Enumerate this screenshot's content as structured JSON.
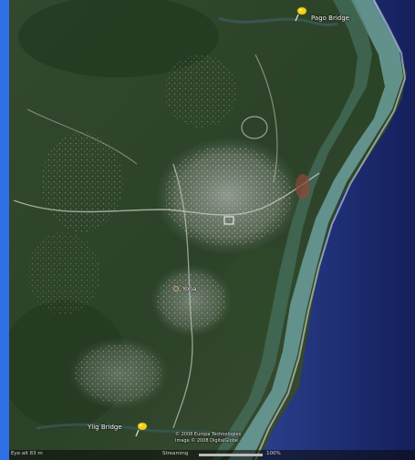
{
  "labels": {
    "pago_bridge": "Pago Bridge",
    "ylig_bridge": "Ylig Bridge",
    "town": "Yona",
    "copyright_line1": "© 2008 Europa Technologies",
    "copyright_line2": "Image © 2008 DigitalGlobe"
  },
  "status": {
    "eye_alt": "Eye alt  83 m",
    "streaming_label": "Streaming",
    "streaming_value": "100%",
    "streaming_fraction": 1.0
  },
  "colors": {
    "slide_background": "#2f6fe6",
    "pin_yellow": "#f4d21a",
    "ocean_deep": "#1a2a6b",
    "reef_teal": "#6fa7a6",
    "forest_green": "#2d4a2a"
  },
  "icons": {
    "pin": "push-pin-icon"
  }
}
